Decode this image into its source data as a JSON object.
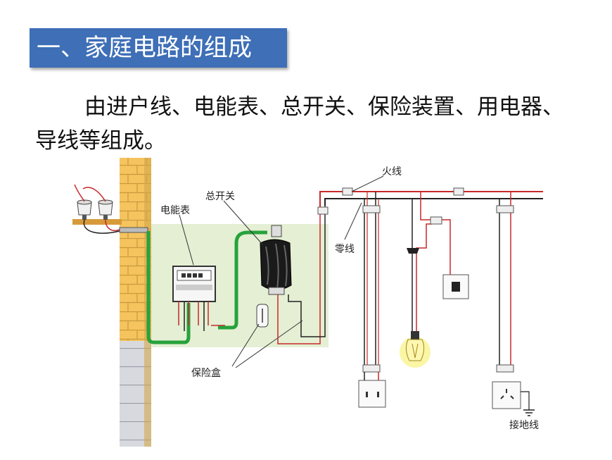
{
  "title": "一、家庭电路的组成",
  "intro": "由进户线、电能表、总开关、保险装置、用电器、导线等组成。",
  "diagram": {
    "labels": {
      "meter": "电能表",
      "main_switch": "总开关",
      "live_wire": "火线",
      "neutral_wire": "零线",
      "fuse_box": "保险盒",
      "ground_wire": "接地线"
    }
  },
  "colors": {
    "title_bg": "#3e6fb7",
    "live_wire": "#c8282a",
    "neutral_wire": "#222222",
    "entry_wire": "#27a23b",
    "wall_brick": "#f5c45e",
    "panel_bg": "#e4efd4"
  }
}
